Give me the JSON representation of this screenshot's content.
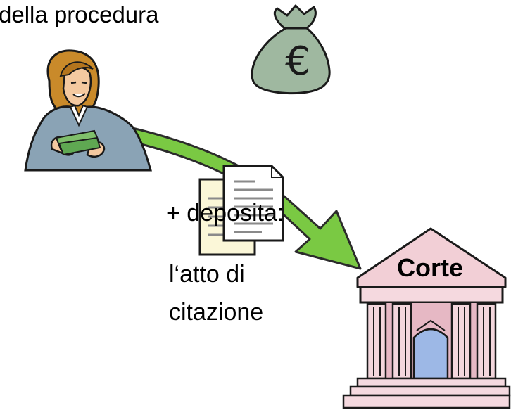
{
  "heading": {
    "text": "della procedura"
  },
  "labels": {
    "deposit": "+ deposita:",
    "document_line1": "l‘atto di",
    "document_line2": "citazione",
    "court": "Corte"
  },
  "money_bag": {
    "symbol": "€",
    "color": "#9fb8a0"
  },
  "arrow": {
    "color": "#7ac943"
  },
  "icons": [
    "woman-with-money-icon",
    "money-bag-icon",
    "documents-icon",
    "courthouse-icon"
  ]
}
